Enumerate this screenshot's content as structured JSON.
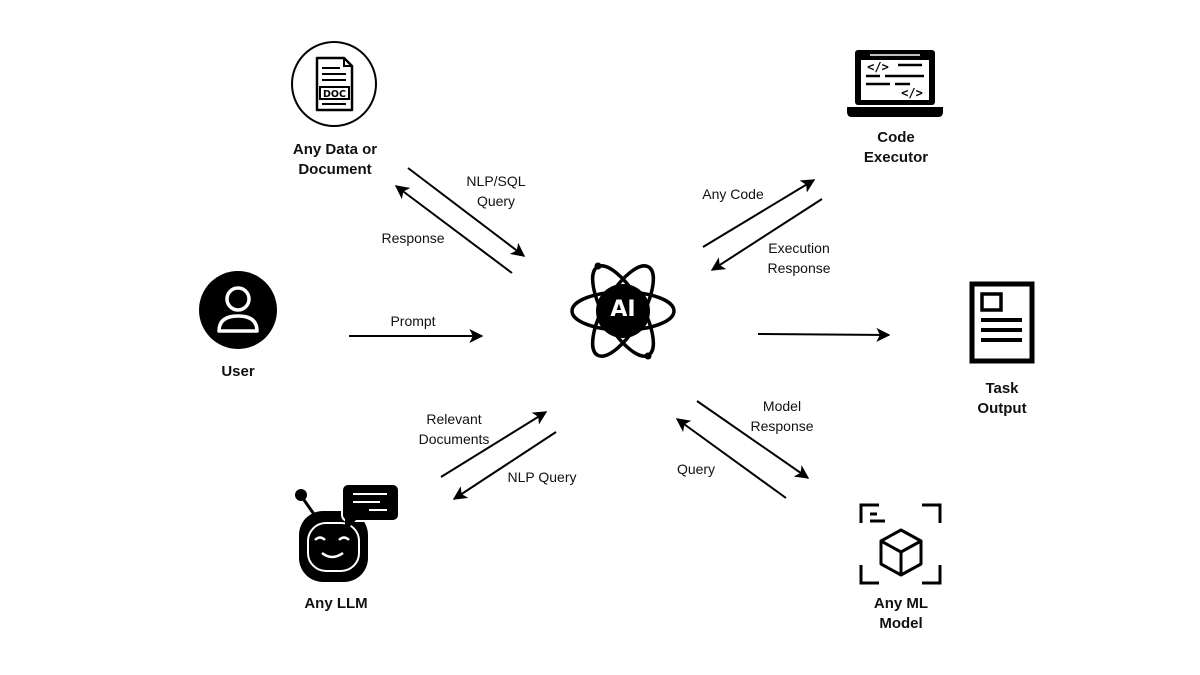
{
  "center": {
    "icon": "ai-atom-icon",
    "text": "AI"
  },
  "nodes": {
    "document": {
      "label": "Any Data or\nDocument",
      "icon": "document-icon",
      "icon_text": "DOC"
    },
    "user": {
      "label": "User",
      "icon": "user-icon"
    },
    "llm": {
      "label": "Any LLM",
      "icon": "robot-chat-icon"
    },
    "code_executor": {
      "label": "Code\nExecutor",
      "icon": "laptop-code-icon",
      "icon_text_left": "</>",
      "icon_text_right": "</>"
    },
    "task_output": {
      "label": "Task\nOutput",
      "icon": "report-icon"
    },
    "ml_model": {
      "label": "Any ML\nModel",
      "icon": "cube-scan-icon"
    }
  },
  "edges": {
    "nlp_sql_query": "NLP/SQL\nQuery",
    "response": "Response",
    "prompt": "Prompt",
    "relevant_documents": "Relevant\nDocuments",
    "nlp_query": "NLP Query",
    "any_code": "Any Code",
    "execution_response": "Execution\nResponse",
    "model_response": "Model\nResponse",
    "query": "Query"
  },
  "colors": {
    "ink": "#000000",
    "background": "#ffffff"
  }
}
